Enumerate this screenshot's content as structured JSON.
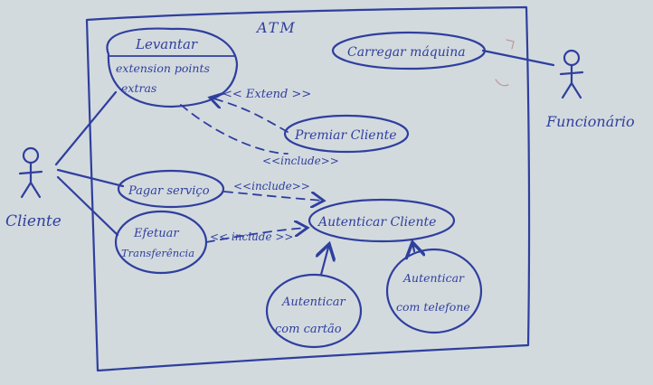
{
  "colors": {
    "paper": "#d3dade",
    "ink": "#2f3f9e",
    "faint_marks": "#b77d80"
  },
  "system": {
    "title": "ATM"
  },
  "actors": {
    "client": "Cliente",
    "employee": "Funcionário"
  },
  "use_cases": {
    "withdraw_line1": "Levantar",
    "withdraw_line2": "extension points",
    "withdraw_line3": "extras",
    "reload": "Carregar máquina",
    "reward": "Premiar Cliente",
    "pay": "Pagar serviço",
    "transfer_line1": "Efetuar",
    "transfer_line2": "Transferência",
    "authenticate": "Autenticar Cliente",
    "auth_card_line1": "Autenticar",
    "auth_card_line2": "com cartão",
    "auth_phone_line1": "Autenticar",
    "auth_phone_line2": "com telefone"
  },
  "relations": {
    "extend": "<< Extend >>",
    "include_reward": "<<include>>",
    "include_pay": "<<include>>",
    "include_transfer": "<< include >>"
  }
}
